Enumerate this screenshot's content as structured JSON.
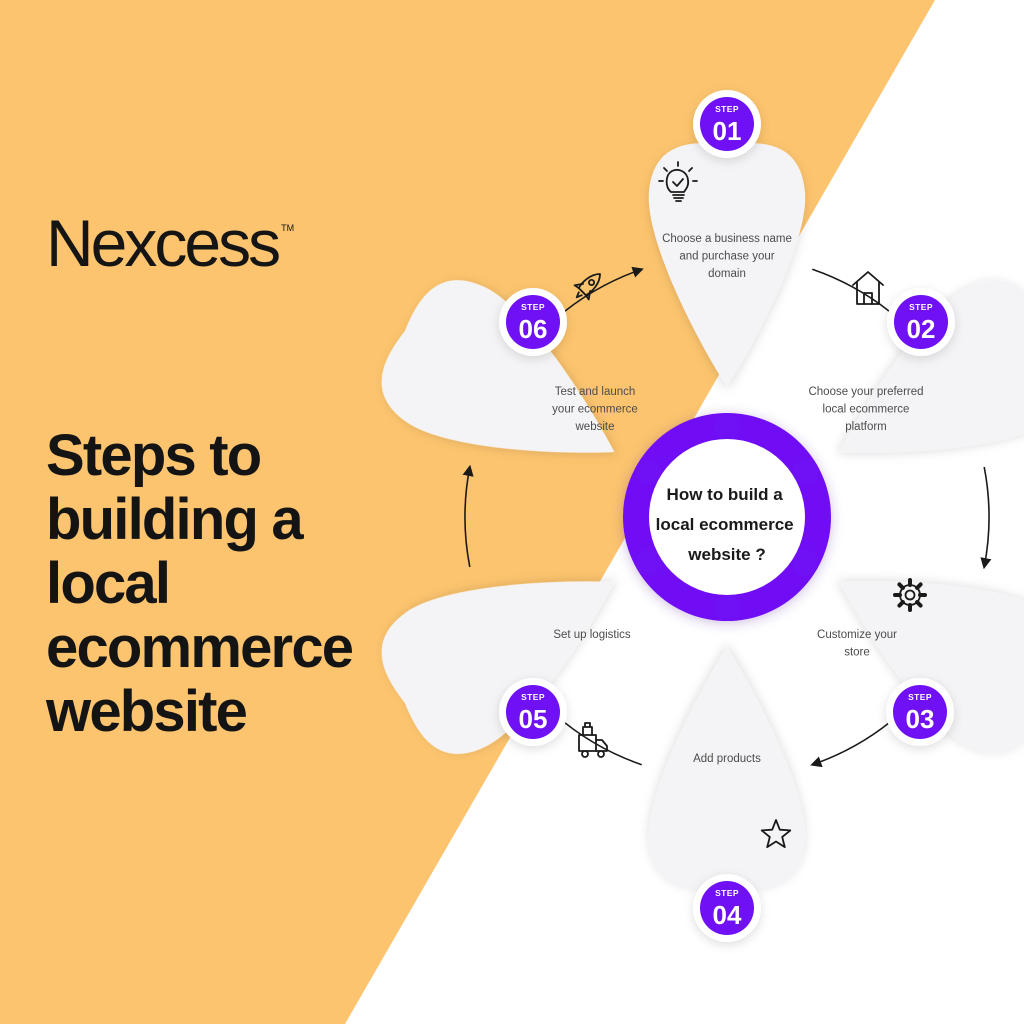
{
  "brand": {
    "name": "Nexcess",
    "trademark": "TM"
  },
  "headline": {
    "lines": [
      "Steps to building a",
      "local ecommerce",
      "website"
    ]
  },
  "diagram": {
    "center_lines": [
      "How to build a",
      "local ecommerce",
      "website ?"
    ],
    "step_word": "STEP",
    "steps": [
      {
        "num": "01",
        "icon": "lightbulb-icon",
        "lines": [
          "Choose a business name",
          "and purchase your",
          "domain"
        ]
      },
      {
        "num": "02",
        "icon": "house-icon",
        "lines": [
          "Choose your preferred",
          "local ecommerce",
          "platform"
        ]
      },
      {
        "num": "03",
        "icon": "gear-icon",
        "lines": [
          "Customize your",
          "store"
        ]
      },
      {
        "num": "04",
        "icon": "star-icon",
        "lines": [
          "Add products"
        ]
      },
      {
        "num": "05",
        "icon": "truck-icon",
        "lines": [
          "Set up logistics"
        ]
      },
      {
        "num": "06",
        "icon": "rocket-icon",
        "lines": [
          "Test and launch",
          "your ecommerce",
          "website"
        ]
      }
    ]
  },
  "colors": {
    "background_left": "#fcc46e",
    "background_right": "#ffffff",
    "accent": "#6f10f5",
    "petal": "#f4f4f6",
    "text_dark": "#151515"
  }
}
